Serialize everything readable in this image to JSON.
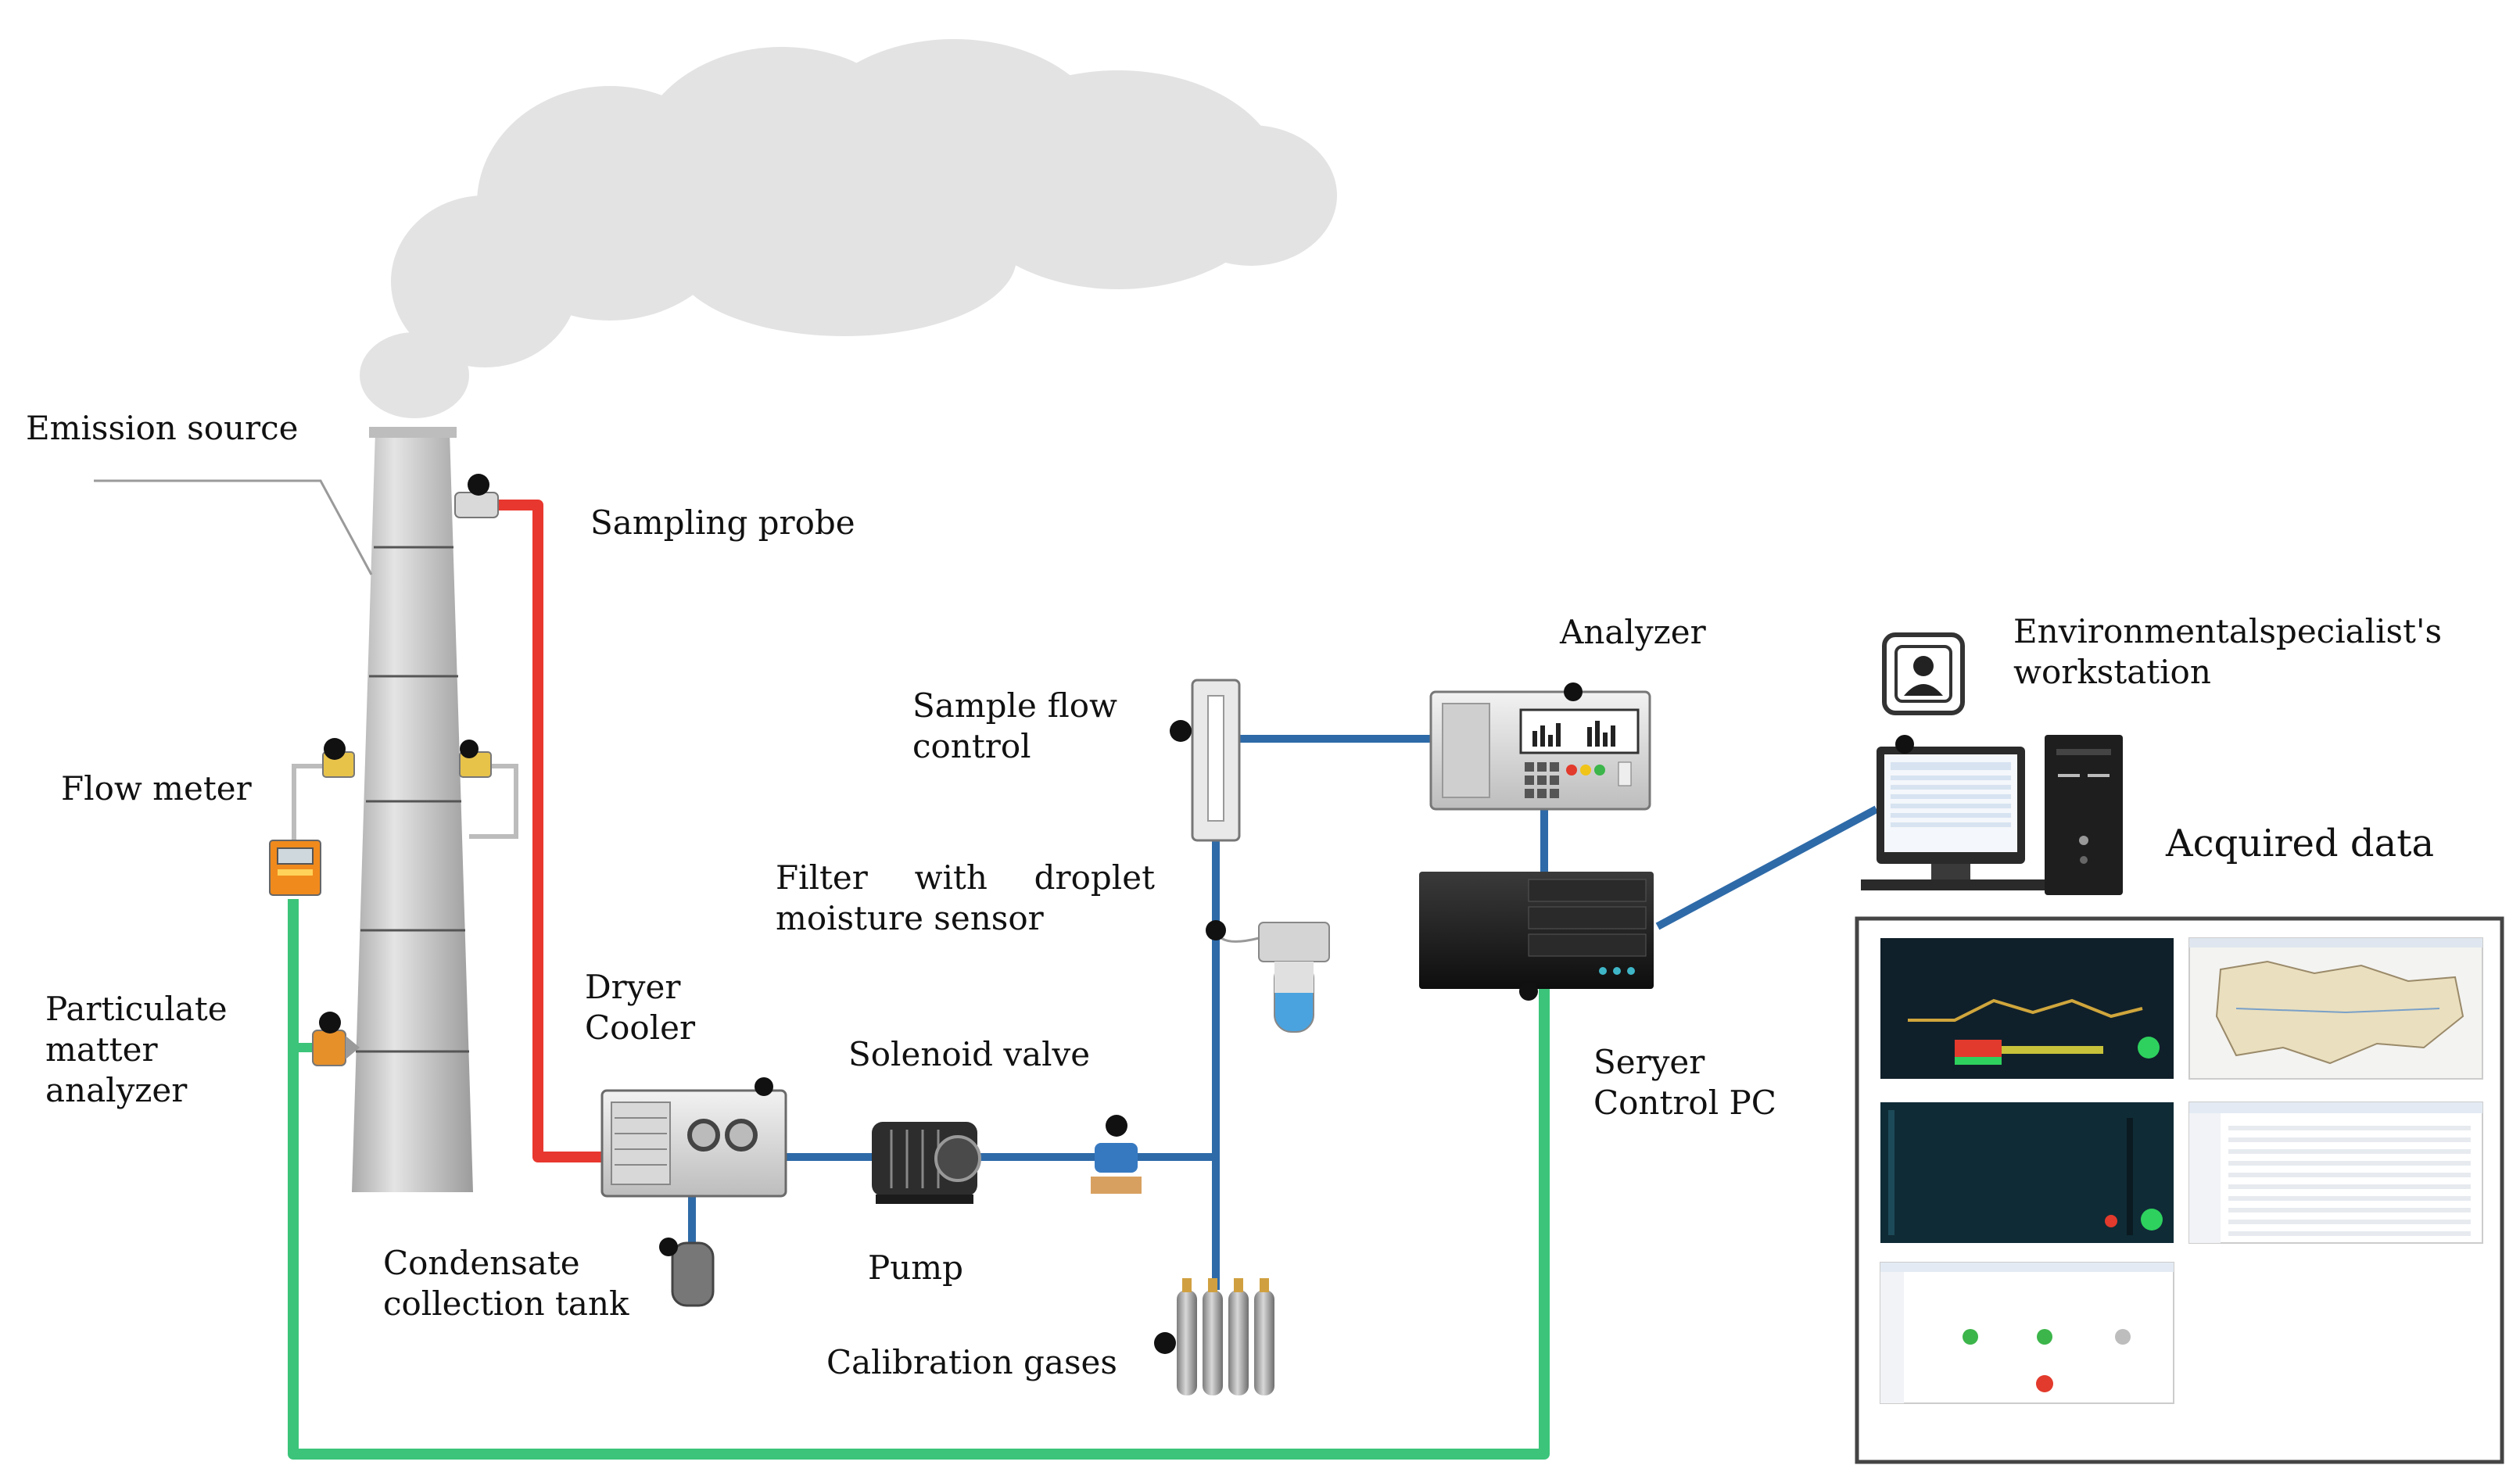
{
  "labels": {
    "emission_source": "Emission source",
    "sampling_probe": "Sampling probe",
    "flow_meter": "Flow meter",
    "particulate_line1": "Particulate",
    "particulate_line2": "matter",
    "particulate_line3": "analyzer",
    "dryer": "Dryer",
    "cooler": "Cooler",
    "solenoid_valve": "Solenoid valve",
    "pump": "Pump",
    "condensate_line1": "Condensate",
    "condensate_line2": "collection tank",
    "calibration_gases": "Calibration gases",
    "sample_flow_line1": [
      "Sample",
      "flow"
    ],
    "sample_flow_line2": "control",
    "filter_line1": [
      "Filter",
      "with",
      "droplet"
    ],
    "filter_line2": "moisture sensor",
    "analyzer": "Analyzer",
    "server_line1": "Seryer",
    "server_line2": "Control PC",
    "workstation_line1": [
      "Environmental",
      "specialist's"
    ],
    "workstation_line2": "workstation",
    "acquired_data": "Acquired data"
  },
  "colors": {
    "red_line": "#e8372f",
    "blue_line": "#2e6aa8",
    "green_line": "#3cc47a",
    "smoke": "#e2e2e2",
    "chimney": "#c9c9c9",
    "device_grey": "#d6d6d6",
    "dark_panel": "#1a1a1a"
  },
  "icons": [
    "chimney",
    "smoke",
    "sampling-probe",
    "flow-meter",
    "particulate-analyzer",
    "dryer-cooler",
    "pump",
    "solenoid-valve",
    "condensate-tank",
    "calibration-gas-cylinders",
    "sample-flow-meter",
    "filter",
    "analyzer",
    "server",
    "workstation-monitor",
    "workstation-tower",
    "person-icon"
  ]
}
